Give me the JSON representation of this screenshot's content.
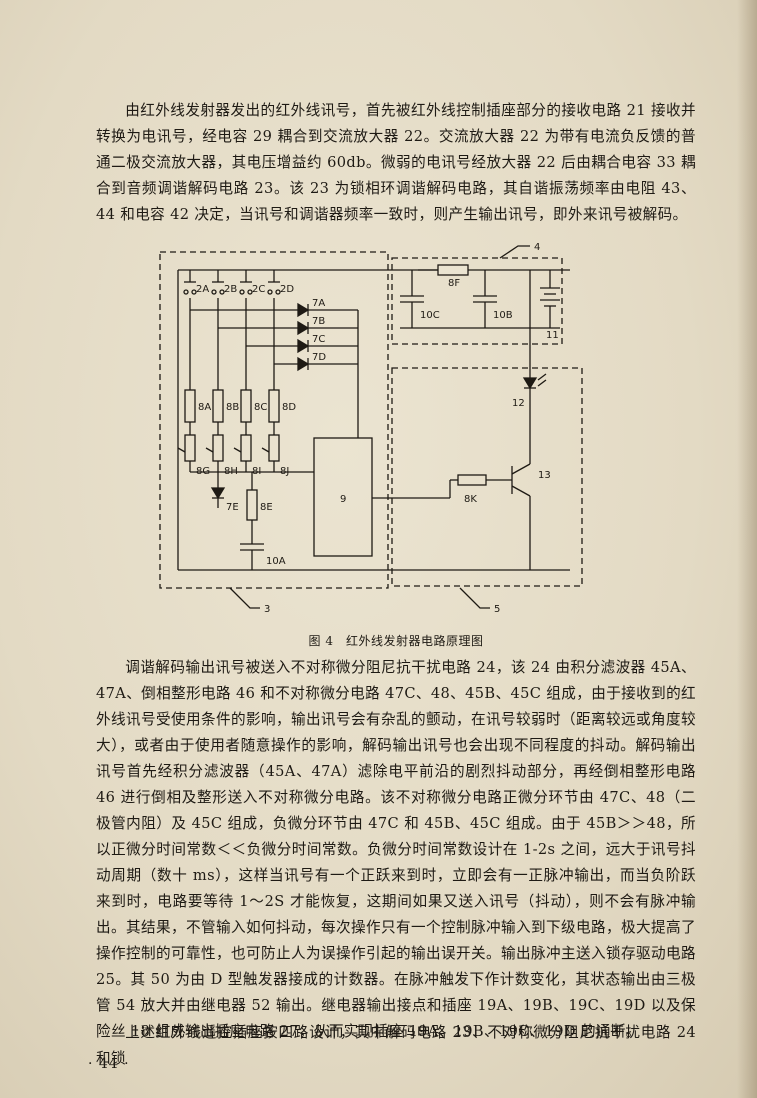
{
  "paragraph_1": "由红外线发射器发出的红外线讯号，首先被红外线控制插座部分的接收电路 21 接收并转换为电讯号，经电容 29 耦合到交流放大器 22。交流放大器 22 为带有电流负反馈的普通二极交流放大器，其电压增益约 60db。微弱的电讯号经放大器 22 后由耦合电容 33 耦合到音频调谐解码电路 23。该 23 为锁相环调谐解码电路，其自谐振荡频率由电阻 43、44 和电容 42 决定，当讯号和调谐器频率一致时，则产生输出讯号，即外来讯号被解码。",
  "figure": {
    "caption": "图 4　红外线发射器电路原理图",
    "labels": {
      "sw_a": "2A",
      "sw_b": "2B",
      "sw_c": "2C",
      "sw_d": "2D",
      "d7a": "7A",
      "d7b": "7B",
      "d7c": "7C",
      "d7d": "7D",
      "d7e": "7E",
      "r8a": "8A",
      "r8b": "8B",
      "r8c": "8C",
      "r8d": "8D",
      "r8e": "8E",
      "r8f": "8F",
      "r8k": "8K",
      "p8g": "8G",
      "p8h": "8H",
      "p8i": "8I",
      "p8j": "8J",
      "ic9": "9",
      "c10a": "10A",
      "c10b": "10B",
      "c10c": "10C",
      "bat": "11",
      "led": "12",
      "trans": "13",
      "block3": "3",
      "block4": "4",
      "block5": "5"
    }
  },
  "paragraph_2": "调谐解码输出讯号被送入不对称微分阻尼抗干扰电路 24，该 24 由积分滤波器 45A、47A、倒相整形电路 46 和不对称微分电路 47C、48、45B、45C 组成，由于接收到的红外线讯号受使用条件的影响，输出讯号会有杂乱的颤动，在讯号较弱时（距离较远或角度较大），或者由于使用者随意操作的影响，解码输出讯号也会出现不同程度的抖动。解码输出讯号首先经积分滤波器（45A、47A）滤除电平前沿的剧烈抖动部分，再经倒相整形电路 46 进行倒相及整形送入不对称微分电路。该不对称微分电路正微分环节由 47C、48（二极管内阻）及 45C 组成，负微分环节由 47C 和 45B、45C 组成。由于 45B＞＞48，所以正微分时间常数＜＜负微分时间常数。负微分时间常数设计在 1-2s 之间，远大于讯号抖动周期（数十 ms），这样当讯号有一个正跃来到时，立即会有一正脉冲输出，而当负阶跃来到时，电路要等待 1～2S 才能恢复，这期间如果又送入讯号（抖动），则不会有脉冲输出。其结果，不管输入如何抖动，每次操作只有一个控制脉冲输入到下级电路，极大提高了操作控制的可靠性，也可防止人为误操作引起的输出误开关。输出脉冲主送入锁存驱动电路 25。其 50 为由 D 型触发器接成的计数器。在脉冲触发下作计数变化，其状态输出由三极管 54 放大并由继电器 52 输出。继电器输出接点和插座 19A、19B、19C、19D 以及保险丝 18 组成输出插座电路 27，从而实现插座 19A、19B、19C、19D 的通断。",
  "paragraph_3": "上述红外线遥控插座按四路设计，其中解码电路 23、不对称微分阻尼抗干扰电路 24 和锁",
  "page_number": "· 44 ·"
}
